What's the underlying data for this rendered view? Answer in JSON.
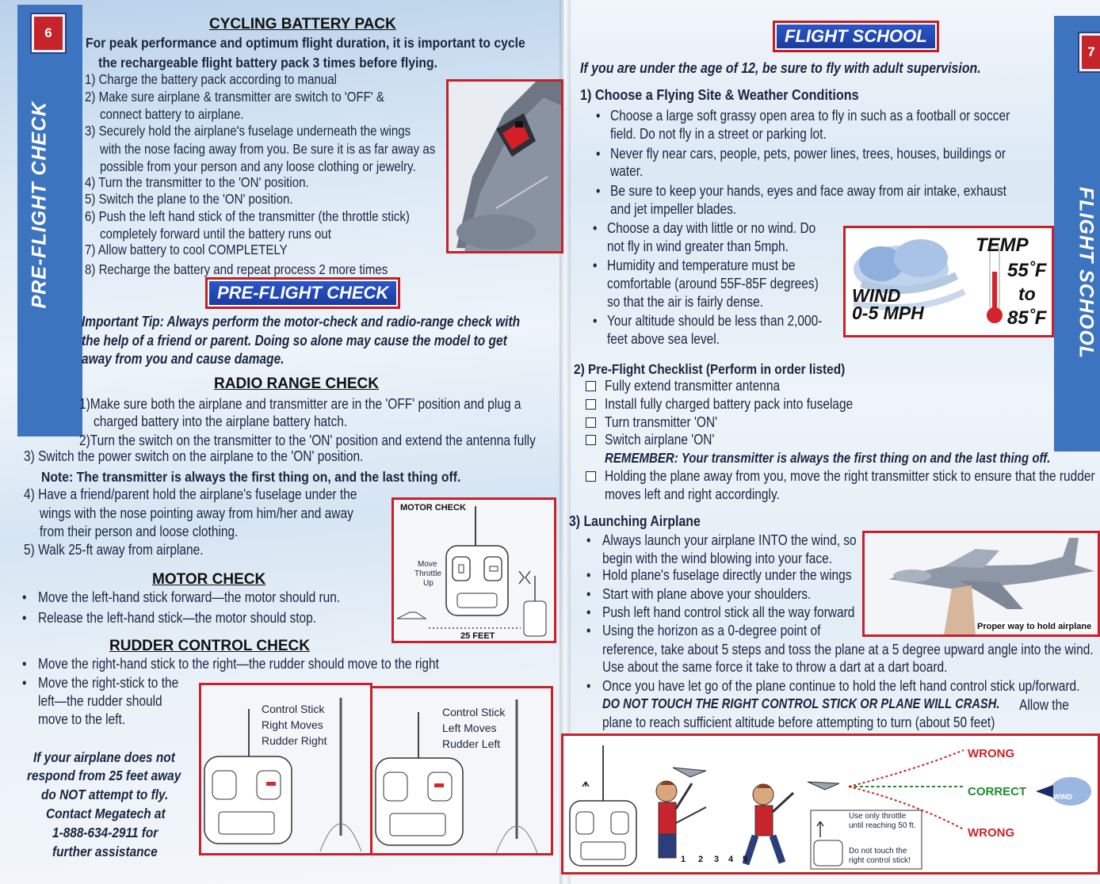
{
  "left_page": {
    "number": "6",
    "side_title": "PRE-FLIGHT CHECK",
    "cycling": {
      "heading": "CYCLING BATTERY PACK",
      "intro_1": "For peak performance and optimum flight duration, it is important to cycle",
      "intro_2": "the rechargeable flight battery pack 3 times before flying.",
      "steps": [
        "1) Charge the battery pack according to manual",
        "2) Make sure airplane & transmitter are switch to 'OFF' &",
        "connect battery to airplane.",
        "3) Securely hold the airplane's fuselage underneath the wings",
        "with the nose facing away from you. Be sure it is as far away as",
        "possible from your person and any loose clothing or jewelry.",
        "4) Turn the transmitter to the 'ON' position.",
        "5) Switch the plane to the 'ON' position.",
        "6) Push the left hand stick of the transmitter (the throttle stick)",
        "completely forward until the battery runs out",
        "7) Allow battery to cool COMPLETELY",
        "8) Recharge the battery and repeat process 2 more times"
      ]
    },
    "preflight_banner": "PRE-FLIGHT CHECK",
    "tip_lines": [
      "Important Tip: Always perform the motor-check and radio-range check with",
      "the help of a friend or parent. Doing so alone may cause the model to get",
      "away from you and cause damage."
    ],
    "radio": {
      "heading": "RADIO RANGE CHECK",
      "lines": [
        "1)Make sure both the airplane and transmitter are in the 'OFF' position and plug a",
        "charged battery into the airplane battery hatch.",
        "2)Turn the switch on the transmitter to the 'ON' position and extend the antenna fully",
        "3) Switch the power switch on the airplane to the 'ON' position.",
        "Note: The transmitter is always the first thing on, and the last thing off.",
        "4) Have a friend/parent hold the airplane's fuselage under the",
        "wings with the nose pointing away from him/her and away",
        "from their person and loose clothing.",
        "5) Walk 25-ft away from airplane."
      ]
    },
    "motor_check_image": {
      "title": "MOTOR CHECK",
      "move": "Move",
      "throttle": "Throttle",
      "up": "Up",
      "distance": "25 FEET"
    },
    "motor": {
      "heading": "MOTOR CHECK",
      "bullets": [
        "Move the left-hand stick forward—the motor should run.",
        "Release the left-hand stick—the motor should stop."
      ]
    },
    "rudder": {
      "heading": "RUDDER CONTROL CHECK",
      "bullet_1": "Move the right-hand stick to the right—the rudder should move to the right",
      "bullet_2_lines": [
        "Move the right-stick to the",
        "left—the rudder should",
        "move to the left."
      ],
      "panel_right": [
        "Control Stick",
        "Right Moves",
        "Rudder Right"
      ],
      "panel_left": [
        "Control Stick",
        "Left Moves",
        "Rudder Left"
      ]
    },
    "warning_lines": [
      "If your airplane does not",
      "respond from 25 feet away",
      "do NOT attempt to fly.",
      "Contact Megatech at",
      "1-888-634-2911 for",
      "further assistance"
    ]
  },
  "right_page": {
    "number": "7",
    "side_title": "FLIGHT SCHOOL",
    "banner": "FLIGHT SCHOOL",
    "supervision": "If you are under the age of 12,  be sure to fly with adult supervision.",
    "site": {
      "heading": "1) Choose a Flying Site & Weather Conditions",
      "lines": [
        "Choose a large soft grassy open area to fly in such as a football or soccer",
        "field. Do not fly in a street or parking lot.",
        "Never fly near cars, people, pets, power lines, trees, houses, buildings or",
        "water.",
        "Be sure to keep your hands, eyes and face away from air intake, exhaust",
        "and jet impeller blades.",
        "Choose a day with little or no wind. Do",
        "not fly in wind greater than 5mph.",
        "Humidity and temperature must be",
        "comfortable (around 55F-85F degrees)",
        "so that the air is fairly dense.",
        "Your altitude should be less than 2,000-",
        "feet above sea level."
      ]
    },
    "weather_box": {
      "temp": "TEMP",
      "low": "55˚F",
      "to": "to",
      "high": "85˚F",
      "wind": "WIND",
      "wind_range": "0-5 MPH"
    },
    "checklist": {
      "heading": "2) Pre-Flight Checklist (Perform in order listed)",
      "items": [
        "Fully extend transmitter antenna",
        "Install fully charged battery pack into fuselage",
        "Turn transmitter 'ON'",
        "Switch airplane 'ON'"
      ],
      "remember": "REMEMBER: Your transmitter is always the first thing on and the last thing off.",
      "last_item_1": "Holding the plane away from you, move the right transmitter stick to ensure that the rudder",
      "last_item_2": "moves left and right accordingly."
    },
    "launch": {
      "heading": "3) Launching Airplane",
      "lines": [
        "Always launch your airplane INTO the wind, so",
        "begin with the wind blowing into your face.",
        "Hold plane's fuselage directly under the wings",
        "Start with plane above your shoulders.",
        "Push left hand control stick all the way forward",
        "Using the horizon as a 0-degree point of",
        "reference, take about 5 steps and toss the plane at a 5 degree upward angle into the wind.",
        "Use about the same force it take to throw a dart at a dart board.",
        "Once you have let go of the plane continue to hold the left hand control stick up/forward.",
        "DO NOT TOUCH THE RIGHT CONTROL STICK OR PLANE WILL CRASH.",
        " Allow the",
        "plane to reach sufficient altitude before attempting to turn (about 50 feet)"
      ],
      "photo_caption": "Proper way to hold airplane"
    },
    "launch_diagram": {
      "steps": [
        "1",
        "2",
        "3",
        "4",
        "5"
      ],
      "wrong": "WRONG",
      "correct": "CORRECT",
      "wind": "WIND",
      "note_1": [
        "Use only throttle",
        "until reaching 50 ft."
      ],
      "note_2": [
        "Do not touch the",
        "right control stick!"
      ]
    }
  }
}
